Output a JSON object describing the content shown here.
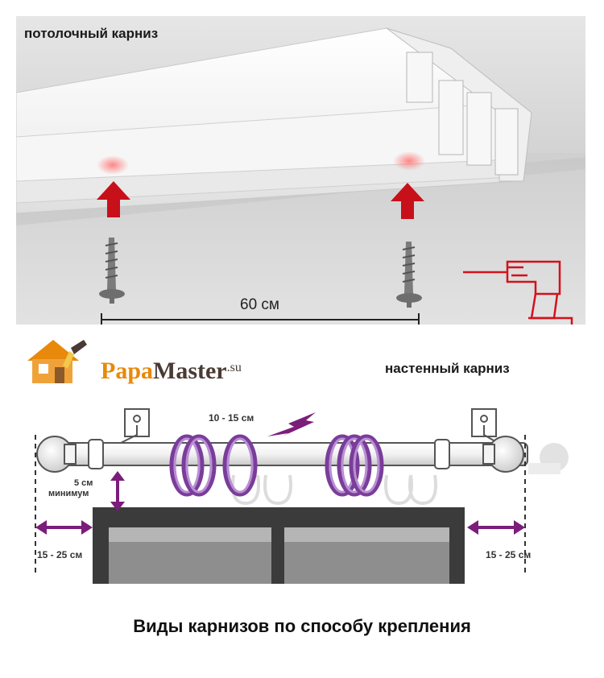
{
  "top": {
    "caption": "потолочный карниз",
    "distance": "60 см"
  },
  "logo": {
    "part1": "Papa",
    "part2": "Master",
    "suffix": ".su",
    "icon": "house-with-brush-icon"
  },
  "bottom": {
    "caption": "настенный карниз",
    "ring_gap": "10 - 15 см",
    "height_value": "5 см",
    "height_note": "минимум",
    "left_overhang": "15 - 25 см",
    "right_overhang": "15 - 25 см"
  },
  "title": "Виды карнизов по способу крепления",
  "colors": {
    "arrow_red": "#c8101a",
    "drill_red": "#d4111b",
    "dim_purple": "#7b1d7a",
    "ring_purple": "#a878c8",
    "logo_orange": "#e8890c",
    "logo_brown": "#4a3a34"
  }
}
